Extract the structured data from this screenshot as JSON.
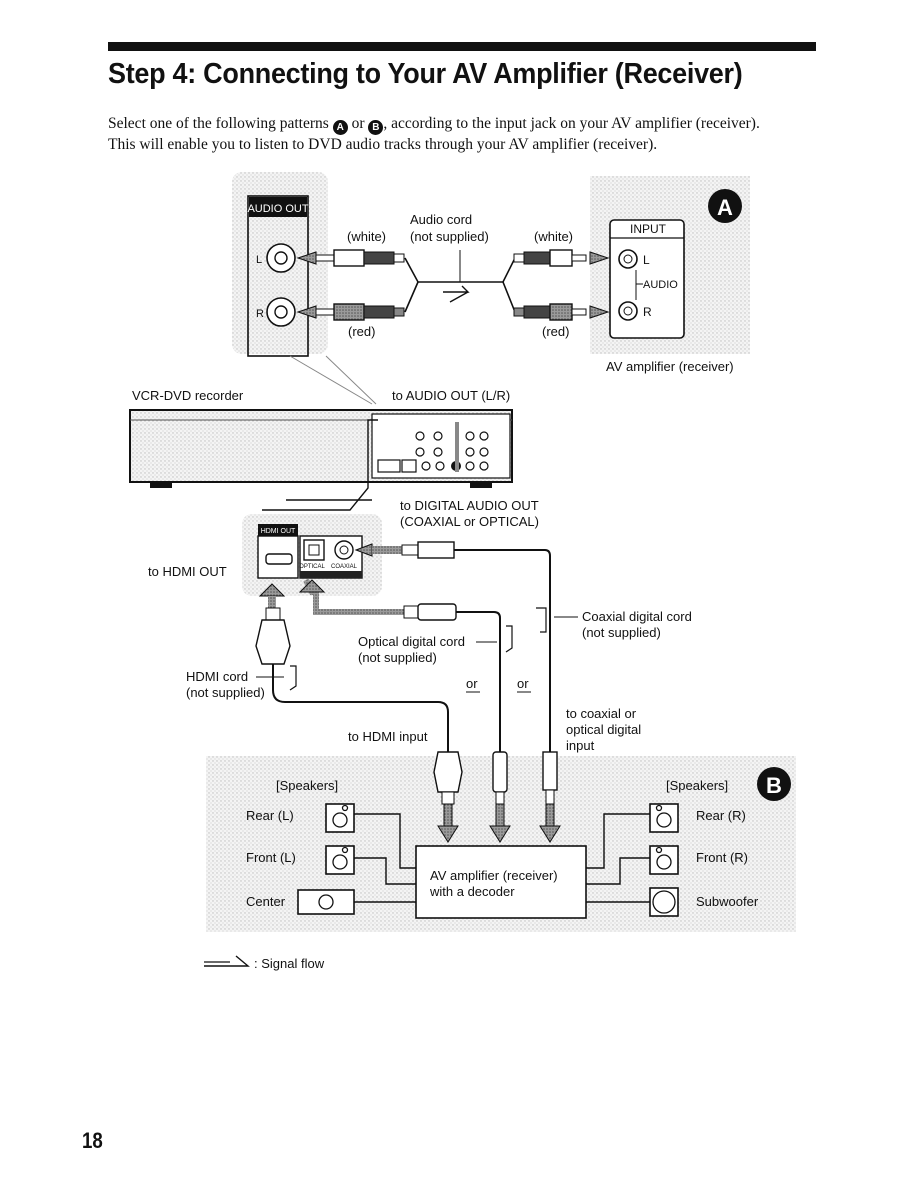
{
  "page": {
    "title": "Step 4: Connecting to Your AV Amplifier (Receiver)",
    "intro_part1": "Select one of the following patterns",
    "intro_or": "or",
    "intro_part2": ", according to the input jack on your AV amplifier (receiver).",
    "intro_line2": "This will enable you to listen to DVD audio tracks through your AV amplifier (receiver).",
    "pattern_a": "A",
    "pattern_b": "B",
    "page_number": "18"
  },
  "diagram_a": {
    "audio_out_label": "AUDIO OUT",
    "jack_l": "L",
    "jack_r": "R",
    "cord_label_line1": "Audio cord",
    "cord_label_line2": "(not supplied)",
    "white_left": "(white)",
    "white_right": "(white)",
    "red_left": "(red)",
    "red_right": "(red)",
    "input_label": "INPUT",
    "amp_l": "L",
    "amp_audio": "AUDIO",
    "amp_r": "R",
    "amp_caption": "AV amplifier (receiver)",
    "to_audio_out": "to AUDIO OUT (L/R)"
  },
  "recorder": {
    "label": "VCR-DVD recorder"
  },
  "digital": {
    "to_digital_line1": "to DIGITAL AUDIO OUT",
    "to_digital_line2": "(COAXIAL or OPTICAL)",
    "hdmi_out_tag": "HDMI OUT",
    "optical_tag": "OPTICAL",
    "coaxial_tag": "COAXIAL",
    "to_hdmi_out": "to HDMI OUT",
    "coaxial_cord_line1": "Coaxial digital cord",
    "coaxial_cord_line2": "(not supplied)",
    "optical_cord_line1": "Optical digital cord",
    "optical_cord_line2": "(not supplied)",
    "hdmi_cord_line1": "HDMI cord",
    "hdmi_cord_line2": "(not supplied)",
    "or_1": "or",
    "or_2": "or",
    "to_hdmi_input": "to HDMI input",
    "to_coax_line1": "to coaxial or",
    "to_coax_line2": "optical digital",
    "to_coax_line3": "input"
  },
  "diagram_b": {
    "speakers_left": "[Speakers]",
    "speakers_right": "[Speakers]",
    "rear_l": "Rear (L)",
    "front_l": "Front (L)",
    "center": "Center",
    "rear_r": "Rear (R)",
    "front_r": "Front (R)",
    "subwoofer": "Subwoofer",
    "amp_line1": "AV amplifier (receiver)",
    "amp_line2": "with a decoder"
  },
  "legend": {
    "signal_flow": ": Signal flow"
  },
  "colors": {
    "ink": "#111111",
    "screen_tone": "#ececec",
    "panel_tone": "#dcdcdc"
  }
}
